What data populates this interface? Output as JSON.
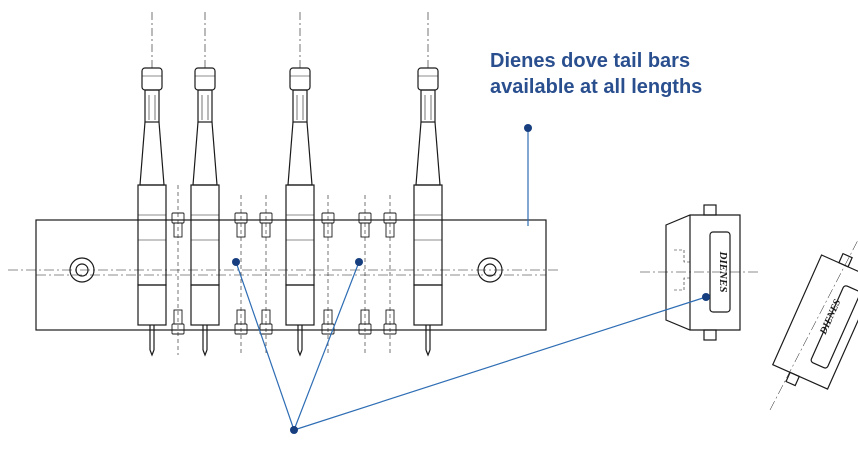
{
  "callout": {
    "line1": "Dienes dove tail bars",
    "line2": "available at all lengths"
  },
  "brand_mark": "DIENES",
  "colors": {
    "drawing": "#1a1a1a",
    "callout_text": "#2a4f8f",
    "leader_line": "#2e6db4",
    "leader_dot": "#173f7f"
  }
}
